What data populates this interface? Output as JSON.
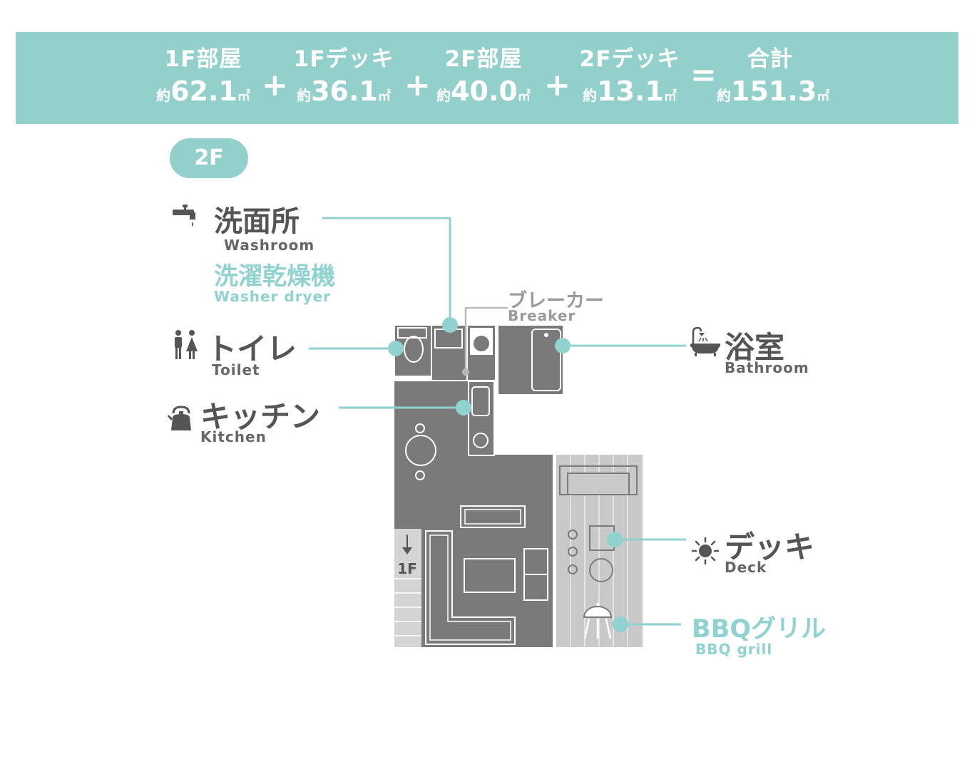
{
  "summary": {
    "items": [
      {
        "label": "1F部屋",
        "prefix": "約",
        "value": "62.1",
        "unit": "㎡"
      },
      {
        "label": "1Fデッキ",
        "prefix": "約",
        "value": "36.1",
        "unit": "㎡"
      },
      {
        "label": "2F部屋",
        "prefix": "約",
        "value": "40.0",
        "unit": "㎡"
      },
      {
        "label": "2Fデッキ",
        "prefix": "約",
        "value": "13.1",
        "unit": "㎡"
      },
      {
        "label": "合計",
        "prefix": "約",
        "value": "151.3",
        "unit": "㎡"
      }
    ],
    "plus": "+",
    "equals": "="
  },
  "floor_badge": "2F",
  "stairs_label": "1F",
  "labels": {
    "washroom": {
      "jp": "洗面所",
      "en": "Washroom"
    },
    "washer": {
      "jp": "洗濯乾燥機",
      "en": "Washer dryer"
    },
    "breaker": {
      "jp": "ブレーカー",
      "en": "Breaker"
    },
    "toilet": {
      "jp": "トイレ",
      "en": "Toilet"
    },
    "kitchen": {
      "jp": "キッチン",
      "en": "Kitchen"
    },
    "bathroom": {
      "jp": "浴室",
      "en": "Bathroom"
    },
    "deck": {
      "jp": "デッキ",
      "en": "Deck"
    },
    "bbq": {
      "jp": "BBQグリル",
      "en": "BBQ grill"
    }
  },
  "colors": {
    "accent": "#93d0cc",
    "floor": "#7a7a7a",
    "deck": "#c9c9c9",
    "text": "#555555"
  }
}
